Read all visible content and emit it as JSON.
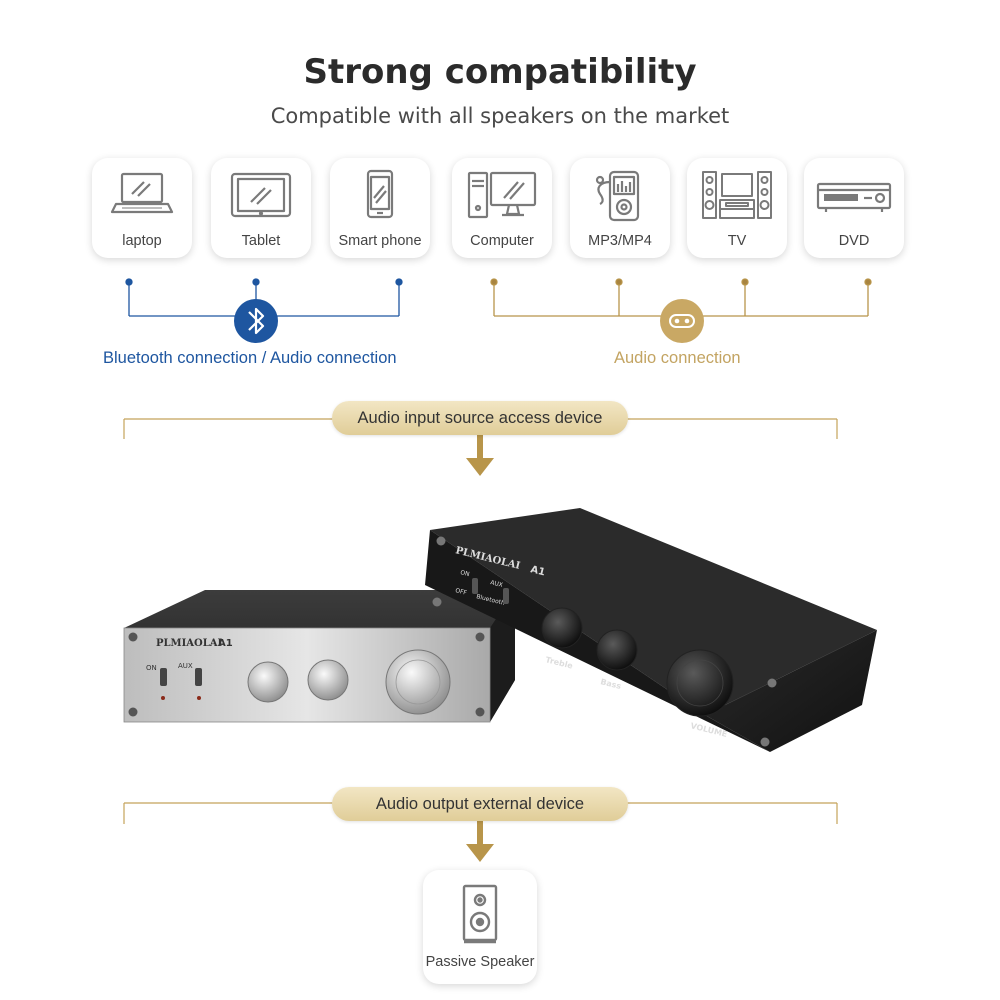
{
  "header": {
    "title": "Strong compatibility",
    "subtitle": "Compatible with all speakers on the market"
  },
  "devices": [
    {
      "label": "laptop",
      "icon": "laptop-icon"
    },
    {
      "label": "Tablet",
      "icon": "tablet-icon"
    },
    {
      "label": "Smart phone",
      "icon": "smartphone-icon"
    },
    {
      "label": "Computer",
      "icon": "computer-icon"
    },
    {
      "label": "MP3/MP4",
      "icon": "mp3-player-icon"
    },
    {
      "label": "TV",
      "icon": "tv-icon"
    },
    {
      "label": "DVD",
      "icon": "dvd-player-icon"
    }
  ],
  "connections": {
    "bluetooth_label": "Bluetooth connection / Audio connection",
    "audio_label": "Audio connection",
    "bluetooth_color": "#1e56a0",
    "audio_color": "#b8954a"
  },
  "flow": {
    "input_label": "Audio input source access device",
    "output_label": "Audio output external device"
  },
  "product": {
    "brand": "PLMIAOLAI",
    "model": "A1",
    "switch_on": "ON",
    "switch_off": "OFF",
    "switch_aux": "AUX",
    "switch_bluetooth": "Bluetooth",
    "knob_treble": "Treble",
    "knob_bass": "Bass",
    "knob_volume": "VOLUME"
  },
  "output": {
    "label": "Passive Speaker",
    "icon": "speaker-icon"
  }
}
